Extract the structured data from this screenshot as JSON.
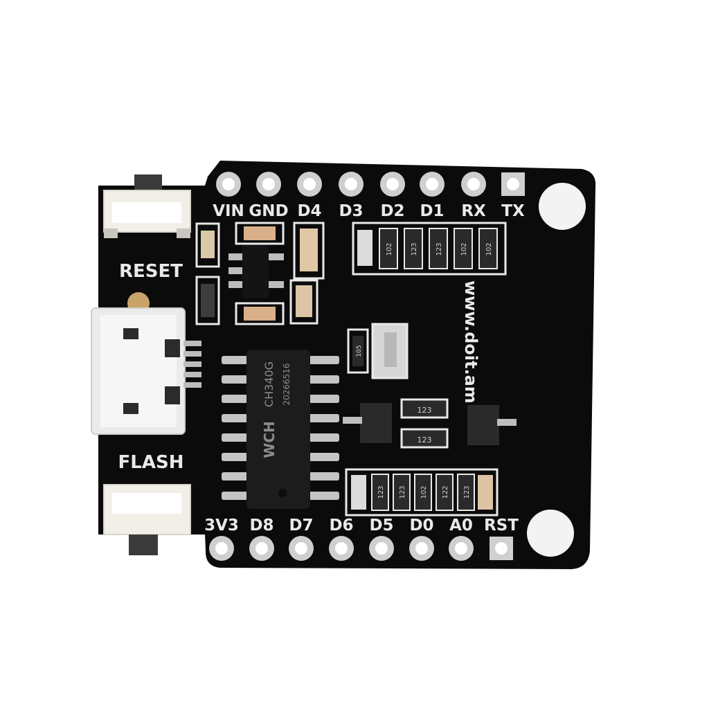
{
  "photo": {
    "background": "#ffffff",
    "board_color": "#0b0b0b",
    "silkscreen_color": "#e9e9e9",
    "pad_color": "#cfcfcf"
  },
  "labels": {
    "top_pins": [
      "VIN",
      "GND",
      "D4",
      "D3",
      "D2",
      "D1",
      "RX",
      "TX"
    ],
    "bottom_pins": [
      "3V3",
      "D8",
      "D7",
      "D6",
      "D5",
      "D0",
      "A0",
      "RST"
    ],
    "reset": "RESET",
    "flash": "FLASH",
    "url": "www.doit.am"
  },
  "chip": {
    "line1": "CH340G",
    "line2": "20266516",
    "logo": "WCH"
  },
  "resistor_codes": {
    "top_row": [
      "102",
      "123",
      "123",
      "102",
      "102"
    ],
    "middle": [
      "123",
      "123"
    ],
    "bottom_row": [
      "123",
      "123",
      "102",
      "122",
      "123"
    ],
    "small": "105"
  }
}
